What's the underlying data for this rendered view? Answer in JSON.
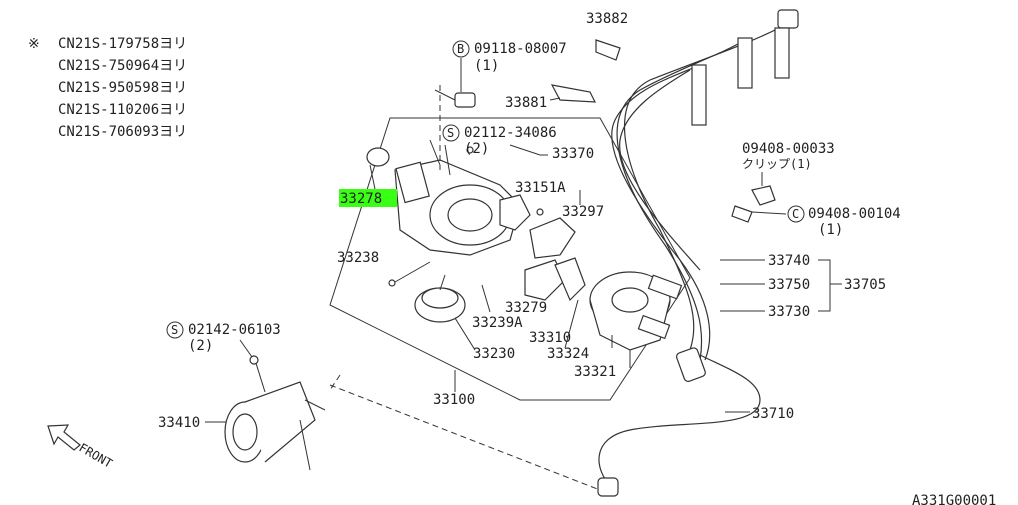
{
  "notes": {
    "mark": "※",
    "lines": [
      "CN21S-179758ヨリ",
      "CN21S-750964ヨリ",
      "CN21S-950598ヨリ",
      "CN21S-110206ヨリ",
      "CN21S-706093ヨリ"
    ]
  },
  "labels": {
    "p33882": "33882",
    "p33881": "33881",
    "b_badge": "B",
    "b_num": "09118-08007",
    "b_qty": "(1)",
    "s1_badge": "S",
    "s1_num": "02112-34086",
    "s1_qty": "(2)",
    "p33370": "33370",
    "p33151a": "33151A",
    "p33297": "33297",
    "p33278": "33278",
    "p33238": "33238",
    "p33239a": "33239A",
    "p33279": "33279",
    "p33310": "33310",
    "p33230": "33230",
    "p33324": "33324",
    "p33321": "33321",
    "p33100": "33100",
    "s2_badge": "S",
    "s2_num": "02142-06103",
    "s2_qty": "(2)",
    "p33410": "33410",
    "front": "FRONT",
    "clip_num": "09408-00033",
    "clip_text": "クリップ(1)",
    "c_badge": "C",
    "c_num": "09408-00104",
    "c_qty": "(1)",
    "p33740": "33740",
    "p33750": "33750",
    "p33730": "33730",
    "p33705": "33705",
    "p33710": "33710",
    "code": "A331G00001"
  },
  "colors": {
    "highlight": "#39ff14",
    "ink": "#333333"
  }
}
